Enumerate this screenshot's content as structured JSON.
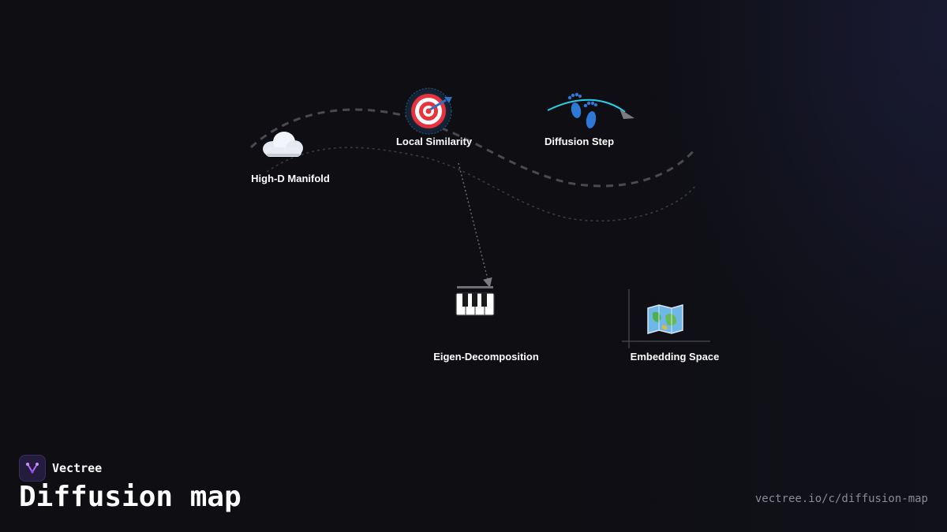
{
  "brand": {
    "name": "Vectree",
    "icon": "vectree-logo-icon"
  },
  "title": "Diffusion map",
  "url": "vectree.io/c/diffusion-map",
  "colors": {
    "background": "#0e0e13",
    "accent": "#25d0e6",
    "path": "#4a4a50",
    "label": "#ffffff"
  },
  "nodes": [
    {
      "label": "High-D Manifold",
      "icon": "cloud-icon"
    },
    {
      "label": "Local Similarity",
      "icon": "target-icon"
    },
    {
      "label": "Diffusion Step",
      "icon": "footprints-icon"
    },
    {
      "label": "Eigen-Decomposition",
      "icon": "piano-keys-icon"
    },
    {
      "label": "Embedding Space",
      "icon": "map-icon"
    }
  ]
}
